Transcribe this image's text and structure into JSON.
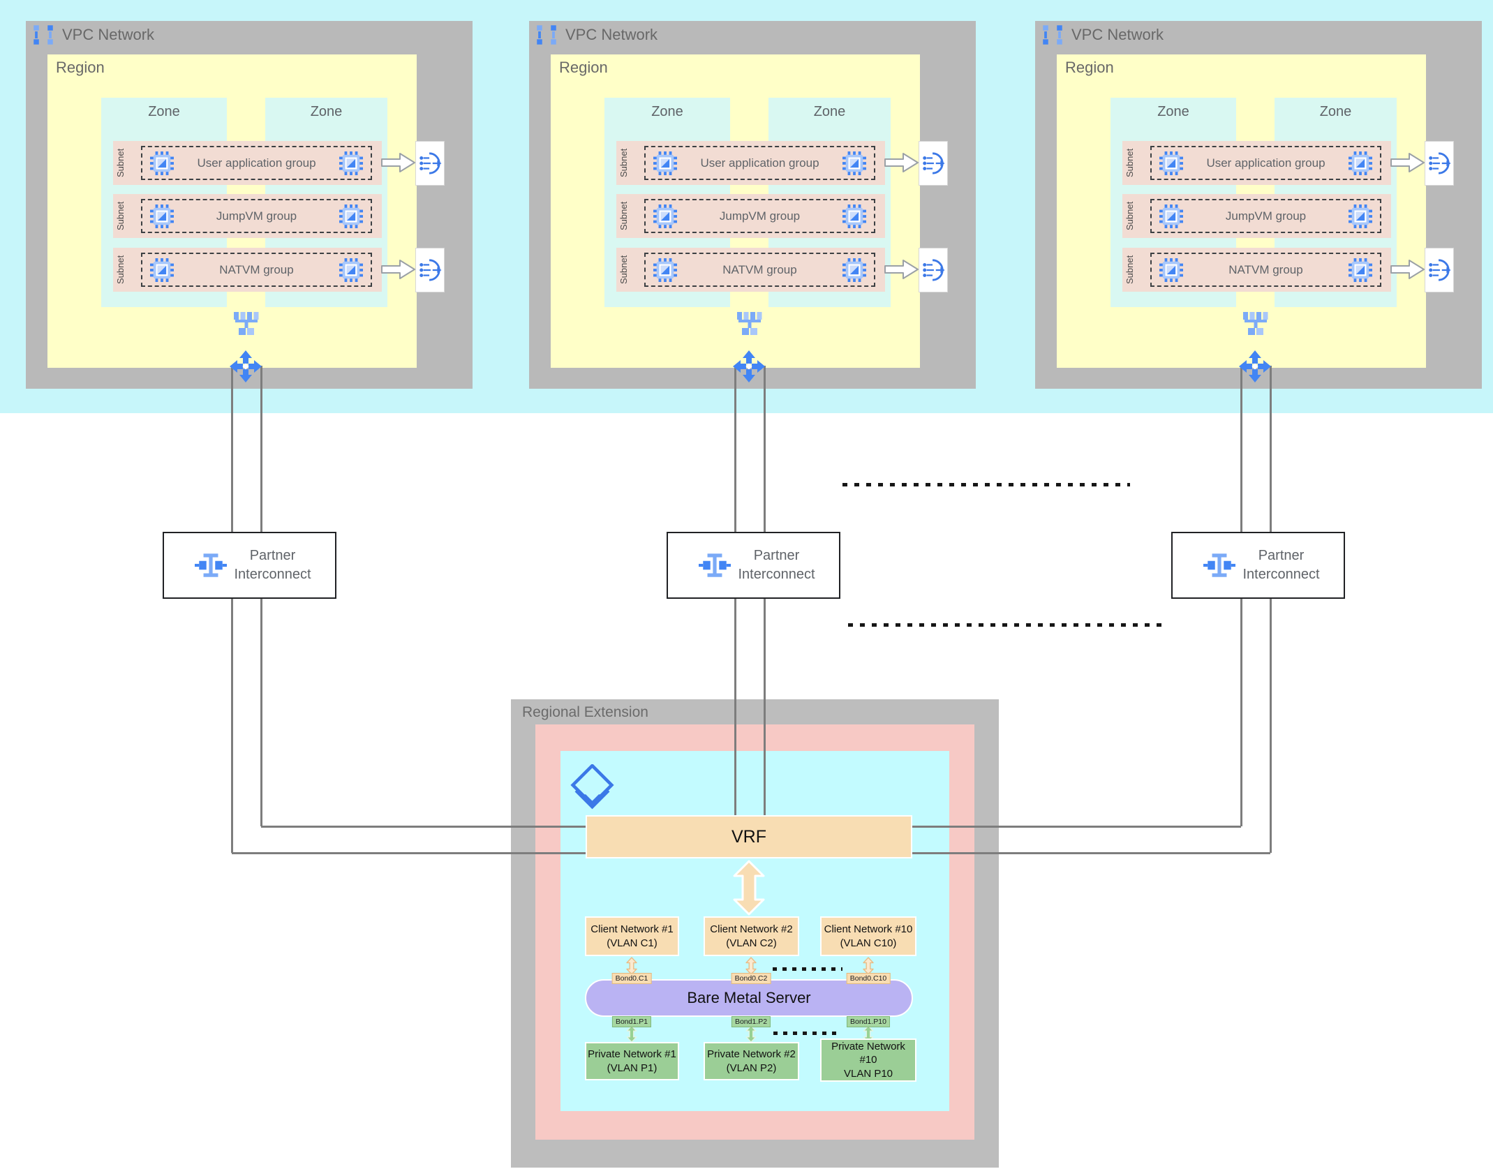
{
  "vpcs": [
    {
      "title": "VPC Network",
      "region_label": "Region",
      "zone_labels": [
        "Zone",
        "Zone"
      ],
      "rows": [
        {
          "label": "Subnet",
          "group": "User application group"
        },
        {
          "label": "Subnet",
          "group": "JumpVM group"
        },
        {
          "label": "Subnet",
          "group": "NATVM group"
        }
      ]
    },
    {
      "title": "VPC Network",
      "region_label": "Region",
      "zone_labels": [
        "Zone",
        "Zone"
      ],
      "rows": [
        {
          "label": "Subnet",
          "group": "User application group"
        },
        {
          "label": "Subnet",
          "group": "JumpVM group"
        },
        {
          "label": "Subnet",
          "group": "NATVM group"
        }
      ]
    },
    {
      "title": "VPC Network",
      "region_label": "Region",
      "zone_labels": [
        "Zone",
        "Zone"
      ],
      "rows": [
        {
          "label": "Subnet",
          "group": "User application group"
        },
        {
          "label": "Subnet",
          "group": "JumpVM group"
        },
        {
          "label": "Subnet",
          "group": "NATVM group"
        }
      ]
    }
  ],
  "interconnects": [
    {
      "label": "Partner Interconnect"
    },
    {
      "label": "Partner Interconnect"
    },
    {
      "label": "Partner Interconnect"
    }
  ],
  "regional_extension": {
    "title": "Regional Extension",
    "vrf_label": "VRF",
    "client_networks": [
      [
        "Client Network #1",
        "(VLAN C1)"
      ],
      [
        "Client Network #2",
        "(VLAN C2)"
      ],
      [
        "Client Network #10",
        "(VLAN C10)"
      ]
    ],
    "client_bonds": [
      "Bond0.C1",
      "Bond0.C2",
      "Bond0.C10"
    ],
    "server_label": "Bare Metal Server",
    "private_bonds": [
      "Bond1.P1",
      "Bond1.P2",
      "Bond1.P10"
    ],
    "private_networks": [
      [
        "Private Network #1",
        "(VLAN P1)"
      ],
      [
        "Private Network #2",
        "(VLAN P2)"
      ],
      [
        "Private Network",
        "#10",
        "VLAN P10"
      ]
    ]
  },
  "colors": {
    "top_band_cyan": "#c7f6fa",
    "vpc_gray": "#b9b9b9",
    "region_yellow": "#ffffc8",
    "zone_cyan": "#d9f8f2",
    "subnet_pink": "#f2dcd3",
    "re_gray": "#bdbdbd",
    "re_pink": "#f7c9c5",
    "re_cyan": "#c3fbff",
    "vrf_tan": "#f8ddb3",
    "server_purple": "#bab3f3",
    "private_green": "#9bce96",
    "line_gray": "#7d7d7d",
    "google_blue": "#4285f4",
    "light_blue": "#7baaf7"
  }
}
